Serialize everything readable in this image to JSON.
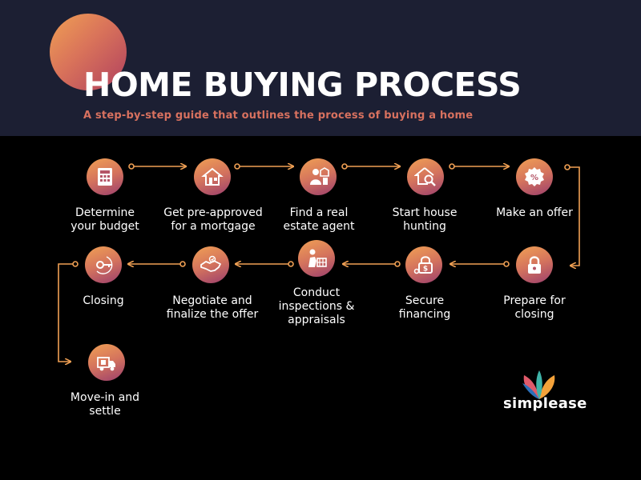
{
  "header": {
    "title": "HOME BUYING PROCESS",
    "subtitle": "A step-by-step guide that outlines the process of buying a home"
  },
  "steps": [
    {
      "label_line1": "Determine",
      "label_line2": "your budget",
      "icon": "budget-calculator-icon"
    },
    {
      "label_line1": "Get pre-approved",
      "label_line2": "for a mortgage",
      "icon": "house-approval-icon"
    },
    {
      "label_line1": "Find a real",
      "label_line2": "estate agent",
      "icon": "agent-icon"
    },
    {
      "label_line1": "Start house",
      "label_line2": "hunting",
      "icon": "house-search-icon"
    },
    {
      "label_line1": "Make an offer",
      "label_line2": "",
      "icon": "offer-badge-icon"
    },
    {
      "label_line1": "Prepare for",
      "label_line2": "closing",
      "icon": "padlock-icon"
    },
    {
      "label_line1": "Secure",
      "label_line2": "financing",
      "icon": "money-lock-icon"
    },
    {
      "label_line1": "Conduct",
      "label_line2": "inspections &",
      "label_line3": "appraisals",
      "icon": "inspector-icon"
    },
    {
      "label_line1": "Negotiate and",
      "label_line2": "finalize the offer",
      "icon": "handshake-icon"
    },
    {
      "label_line1": "Closing",
      "label_line2": "",
      "icon": "key-icon"
    },
    {
      "label_line1": "Move-in and",
      "label_line2": "settle",
      "icon": "moving-truck-icon"
    }
  ],
  "brand": {
    "name": "simplease"
  },
  "colors": {
    "header_bg": "#1c1f33",
    "accent": "#f0a054",
    "subtitle": "#d8715f"
  }
}
